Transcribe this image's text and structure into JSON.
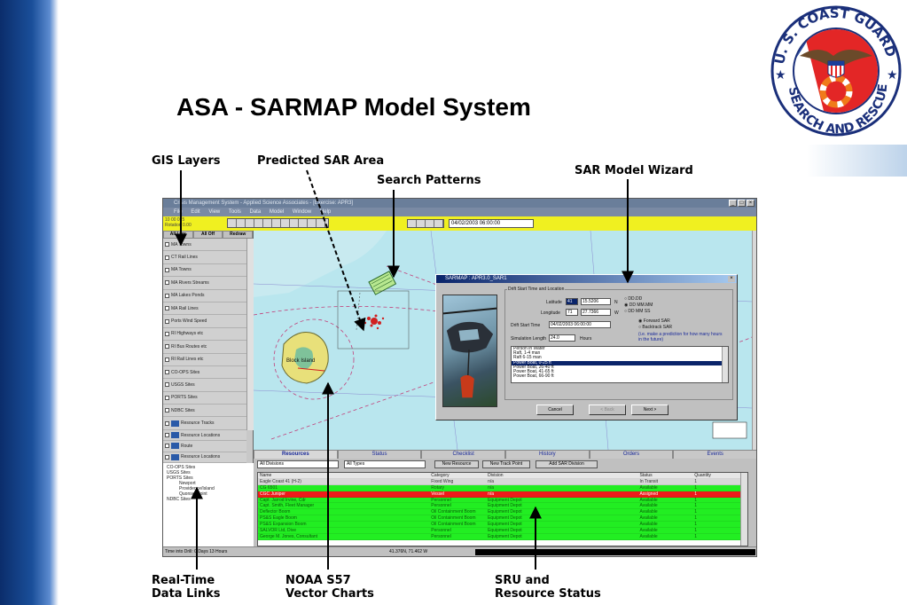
{
  "slide": {
    "title": "ASA - SARMAP Model System",
    "colors": {
      "stripe": "#1a4f9a",
      "toolbar": "#f0f020",
      "status_green": "#22ee22",
      "status_red": "#ee1a1a"
    }
  },
  "seal": {
    "text_top": "U. S. COAST GUARD",
    "text_bottom": "SEARCH AND RESCUE",
    "icon": "coast-guard-seal-icon"
  },
  "callouts": {
    "gis_layers": "GIS Layers",
    "predicted_sar_area": "Predicted SAR Area",
    "search_patterns": "Search Patterns",
    "sar_model_wizard": "SAR Model Wizard",
    "real_time_line1": "Real-Time",
    "real_time_line2": "Data Links",
    "noaa_line1": "NOAA S57",
    "noaa_line2": "Vector Charts",
    "sru_line1": "SRU and",
    "sru_line2": "Resource Status"
  },
  "app": {
    "title": "Crisis Management System - Applied Science Associates - [Exercise: APR3]",
    "menu": [
      "File",
      "Edit",
      "View",
      "Tools",
      "Data",
      "Model",
      "Window",
      "Help"
    ],
    "coords_line1": "10 00 075",
    "coords_line2": "Rotation 0.00",
    "toolbar_date": "04/02/2003 06:00:00",
    "layer_tabs": [
      "All Lyrs",
      "All Off",
      "Redraw"
    ],
    "layers": [
      "MA Towns",
      "CT Rail Lines",
      "MA Towns",
      "MA Rivers Streams",
      "MA Lakes Ponds",
      "MA Rail Lines",
      "Ports Wind Speed",
      "RI Highways etc",
      "RI Bus Routes etc",
      "RI Rail Lines etc",
      "CO-OPS Sites",
      "USGS Sites",
      "PORTS Sites",
      "NDBC Sites"
    ],
    "resource_layers": [
      "Resource Tracks",
      "Resource Locations",
      "Route",
      "Resource Locations"
    ],
    "tree": [
      "CO-OPS Sites",
      "USGS Sites",
      "PORTS Sites",
      "Newport",
      "Providence/Island",
      "Quonset Point",
      "NDBC Sites"
    ],
    "status_left": "Time into Drill: 0 Days 13 Hours",
    "status_mid": "41.376N, 71.462 W",
    "map_labels": [
      "Block Island"
    ]
  },
  "dialog": {
    "title": "SARMAP : APR3.0_SAR1",
    "group_label": "Drift Start Time and Location",
    "latitude_label": "Latitude",
    "latitude_deg": "41",
    "latitude_min": "15.5206",
    "latitude_hemi": "N",
    "longitude_label": "Longitude",
    "longitude_deg": "71",
    "longitude_min": "27.7366",
    "longitude_hemi": "W",
    "format_options": [
      "DD.DD",
      "DD MM.MM",
      "DD MM SS"
    ],
    "drift_start_label": "Drift Start Time",
    "drift_start_value": "04/02/2003 06:00:00",
    "direction_options": [
      "Forward SAR",
      "Backtrack SAR"
    ],
    "sim_length_label": "Simulation Length",
    "sim_length_value": "24.0",
    "sim_length_unit": "Hours",
    "hint": "(i.e. make a prediction for how many hours in the future)",
    "list_items": [
      "Person in Water",
      "Raft, 1-4 man",
      "Raft 6-15 man",
      "Power Boat, 0-25 ft",
      "Power Boat, 26-40 ft",
      "Power Boat, 41-65 ft",
      "Power Boat, 66-90 ft"
    ],
    "selected_index": 3,
    "buttons": {
      "cancel": "Cancel",
      "back": "< Back",
      "next": "Next >"
    }
  },
  "bottom": {
    "tabs": [
      "Resources",
      "Status",
      "Checklist",
      "History",
      "Orders",
      "Events"
    ],
    "filter_division": "All Divisions",
    "filter_type": "All Types",
    "btn_new_resource": "New Resource",
    "btn_new_track_point": "New Track Point",
    "btn_add_sar_division": "Add SAR Division",
    "columns": [
      "Name",
      "Category",
      "Division",
      "Status",
      "Quantity"
    ],
    "rows": [
      {
        "name": "Eagle Coast 41 (H-2)",
        "category": "Fixed Wing",
        "division": "n/a",
        "status": "In Transit",
        "qty": "1",
        "tone": "gray"
      },
      {
        "name": "CG 6501",
        "category": "Rotary",
        "division": "n/a",
        "status": "Available",
        "qty": "1",
        "tone": "green"
      },
      {
        "name": "CGC Juniper",
        "category": "Vessel",
        "division": "n/a",
        "status": "Assigned",
        "qty": "1",
        "tone": "red"
      },
      {
        "name": "Capt. Jarrod Irvine, Cdr",
        "category": "Personnel",
        "division": "Equipment Depot",
        "status": "Available",
        "qty": "1",
        "tone": "green"
      },
      {
        "name": "Capt. Smith, Fleet Manager",
        "category": "Personnel",
        "division": "Equipment Depot",
        "status": "Available",
        "qty": "1",
        "tone": "green"
      },
      {
        "name": "Deflector Boom",
        "category": "Oil Containment Boom",
        "division": "Equipment Depot",
        "status": "Available",
        "qty": "1",
        "tone": "green"
      },
      {
        "name": "PS&S Eagle Boom",
        "category": "Oil Containment Boom",
        "division": "Equipment Depot",
        "status": "Available",
        "qty": "1",
        "tone": "green"
      },
      {
        "name": "PS&S Expansion Boom",
        "category": "Oil Containment Boom",
        "division": "Equipment Depot",
        "status": "Available",
        "qty": "1",
        "tone": "green"
      },
      {
        "name": "SALVOR Ltd, Dive",
        "category": "Personnel",
        "division": "Equipment Depot",
        "status": "Available",
        "qty": "1",
        "tone": "green"
      },
      {
        "name": "George M. Jones, Consultant",
        "category": "Personnel",
        "division": "Equipment Depot",
        "status": "Available",
        "qty": "1",
        "tone": "green"
      }
    ]
  }
}
